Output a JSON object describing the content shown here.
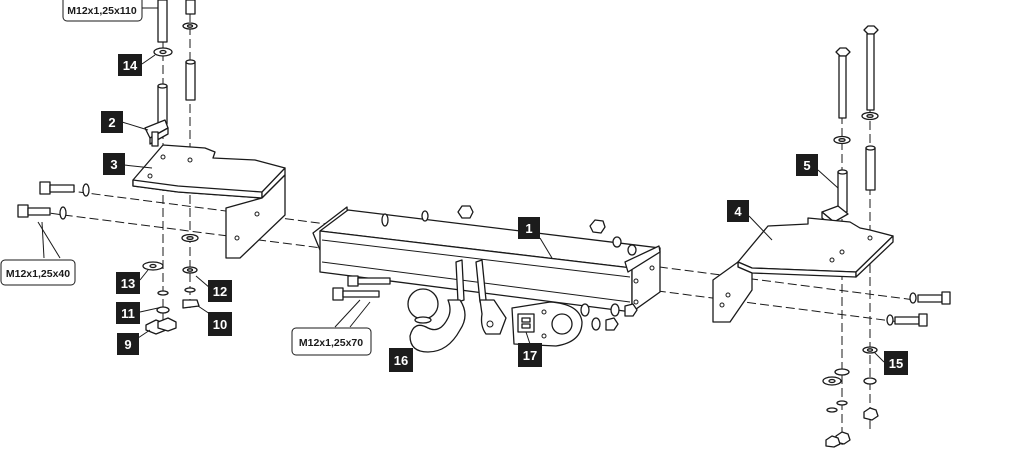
{
  "diagram": {
    "bolt_labels": {
      "top_left": "M12x1,25x110",
      "left": "M12x1,25x40",
      "center": "M12x1,25x70"
    },
    "part_numbers": {
      "p1": "1",
      "p2": "2",
      "p3": "3",
      "p4": "4",
      "p5": "5",
      "p9": "9",
      "p10": "10",
      "p11": "11",
      "p12": "12",
      "p13": "13",
      "p14": "14",
      "p15": "15",
      "p16": "16",
      "p17": "17"
    }
  }
}
